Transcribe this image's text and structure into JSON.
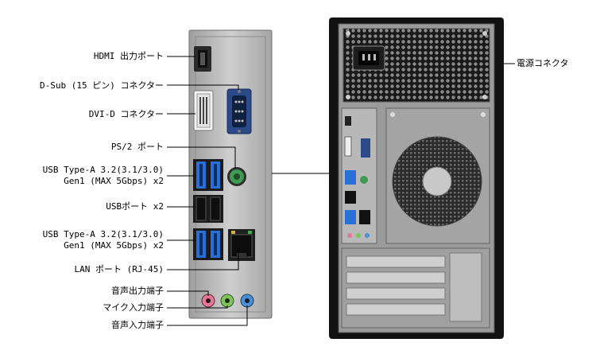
{
  "labels": {
    "hdmi": "HDMI 出力ポート",
    "dsub": "D-Sub (15 ピン) コネクター",
    "dvi": "DVI-D コネクター",
    "ps2": "PS/2 ポート",
    "usb_a_top_1": "USB Type-A 3.2(3.1/3.0)",
    "usb_a_top_2": "Gen1 (MAX 5Gbps) x2",
    "usb2": "USBポート x2",
    "usb_a_bottom_1": "USB Type-A 3.2(3.1/3.0)",
    "usb_a_bottom_2": "Gen1 (MAX 5Gbps) x2",
    "lan": "LAN ポート (RJ-45)",
    "audio_out": "音声出力端子",
    "mic": "マイク入力端子",
    "audio_in": "音声入力端子",
    "power": "電源コネクタ"
  },
  "colors": {
    "case": "#111111",
    "io_panel": "#b9b9b9",
    "usb3_blue": "#2a6fd6",
    "ps2_green": "#3f9a52",
    "audio_pink": "#e5779a",
    "audio_green": "#7fc35a",
    "audio_blue": "#4a90d6",
    "leader": "#000000"
  },
  "icons": {
    "fan": "fan-grill",
    "psu": "power-supply",
    "slots": "expansion-slots"
  }
}
